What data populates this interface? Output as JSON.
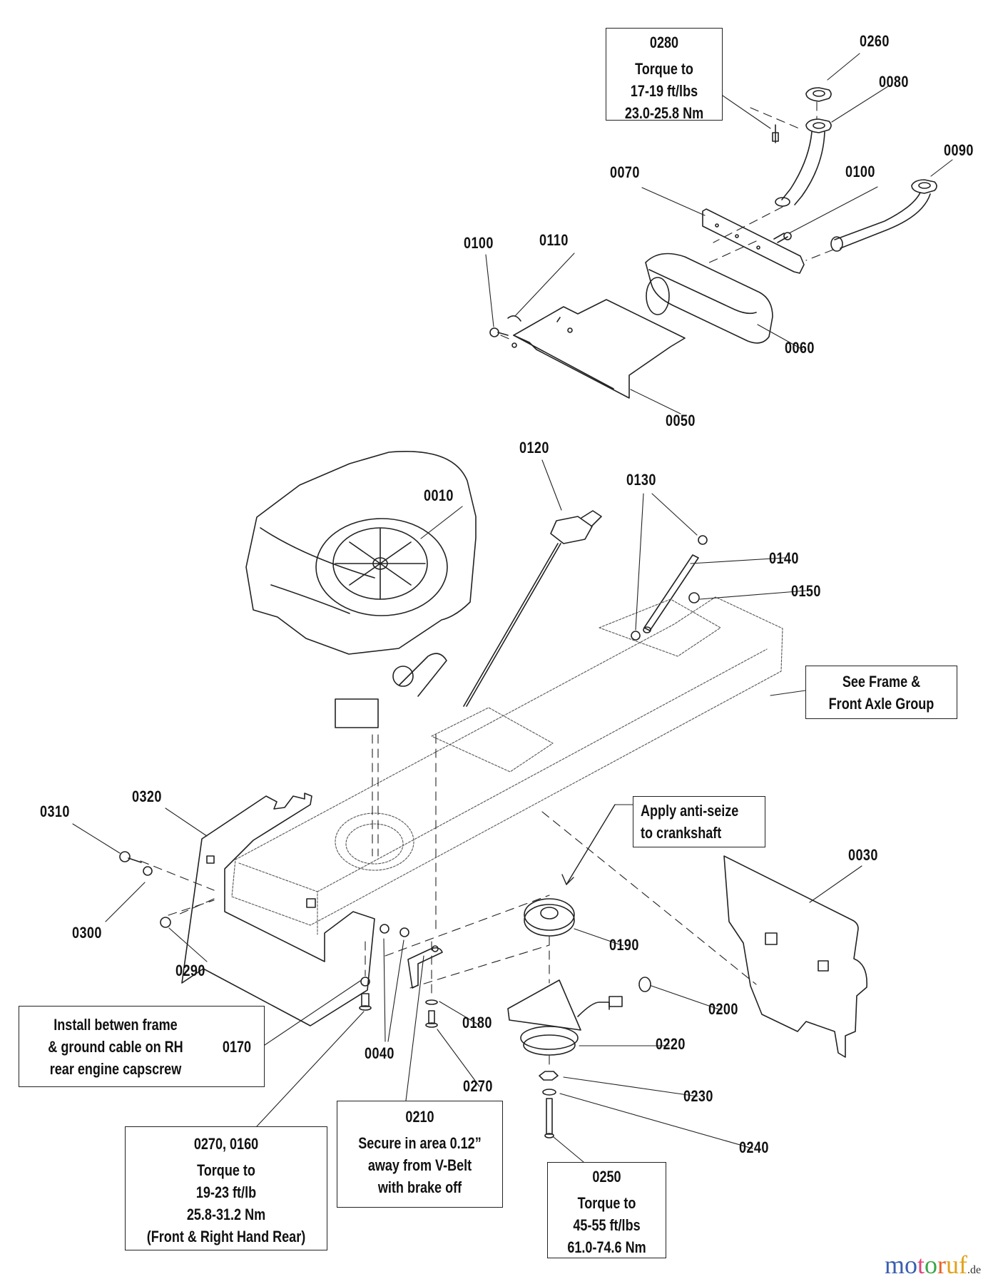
{
  "diagram": {
    "type": "exploded-parts-view",
    "subject": "Engine, muffler & frame assembly",
    "part_labels": {
      "p0280": "0280",
      "p0260": "0260",
      "p0080": "0080",
      "p0090": "0090",
      "p0070": "0070",
      "p0100a": "0100",
      "p0100b": "0100",
      "p0110": "0110",
      "p0060": "0060",
      "p0050": "0050",
      "p0120": "0120",
      "p0010": "0010",
      "p0130": "0130",
      "p0140": "0140",
      "p0150": "0150",
      "p0030": "0030",
      "p0320": "0320",
      "p0310": "0310",
      "p0300": "0300",
      "p0290": "0290",
      "p0190": "0190",
      "p0200": "0200",
      "p0220": "0220",
      "p0230": "0230",
      "p0240": "0240",
      "p0180": "0180",
      "p0270": "0270",
      "p0040": "0040"
    },
    "notes": {
      "torque_0280": {
        "part": "0280",
        "lines": [
          "Torque to",
          "17-19 ft/lbs",
          "23.0-25.8 Nm"
        ]
      },
      "frame_ref": {
        "lines": [
          "See Frame &",
          "Front Axle Group"
        ]
      },
      "anti_seize": {
        "lines": [
          "Apply anti-seize",
          "to crankshaft"
        ]
      },
      "install_0170": {
        "part": "0170",
        "lines": [
          "Install betwen frame",
          "& ground cable on RH",
          "rear engine capscrew"
        ]
      },
      "torque_0270_0160": {
        "part": "0270, 0160",
        "lines": [
          "Torque to",
          "19-23 ft/lb",
          "25.8-31.2 Nm",
          "(Front & Right Hand Rear)"
        ]
      },
      "secure_0210": {
        "part": "0210",
        "lines": [
          "Secure in area 0.12”",
          "away from V-Belt",
          "with brake off"
        ]
      },
      "torque_0250": {
        "part": "0250",
        "lines": [
          "Torque to",
          "45-55 ft/lbs",
          "61.0-74.6 Nm"
        ]
      }
    }
  },
  "watermark": {
    "letters": [
      "m",
      "o",
      "t",
      "o",
      "r",
      "u",
      "f"
    ],
    "colors": [
      "#3a5fb0",
      "#3a5fb0",
      "#e0457b",
      "#3aa64a",
      "#e8632a",
      "#e0a21c",
      "#e0a21c"
    ],
    "suffix": ".de"
  }
}
